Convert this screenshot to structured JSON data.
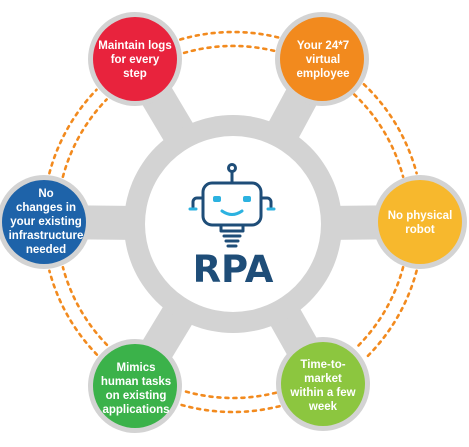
{
  "center": {
    "title": "RPA",
    "icon": "robot-icon"
  },
  "benefits": [
    {
      "id": "maintain-logs",
      "label": "Maintain logs\nfor every\nstep",
      "color": "#e8233d"
    },
    {
      "id": "virtual-employee",
      "label": "Your 24*7\nvirtual\nemployee",
      "color": "#f28a1e"
    },
    {
      "id": "no-physical-robot",
      "label": "No physical\nrobot",
      "color": "#f7b82d"
    },
    {
      "id": "time-to-market",
      "label": "Time-to-\nmarket\nwithin a few\nweek",
      "color": "#8cc63f"
    },
    {
      "id": "mimics-human-tasks",
      "label": "Mimics\nhuman tasks\non existing\napplications",
      "color": "#3bb24a"
    },
    {
      "id": "no-infra-changes",
      "label": "No\nchanges in\nyour existing\ninfrastructure\nneeded",
      "color": "#1e63a9"
    }
  ],
  "colors": {
    "ring": "#d3d3d3",
    "dots": "#f28a1e",
    "title": "#1e4d78",
    "robot": "#1e4d78",
    "accent": "#2cb2e0"
  }
}
